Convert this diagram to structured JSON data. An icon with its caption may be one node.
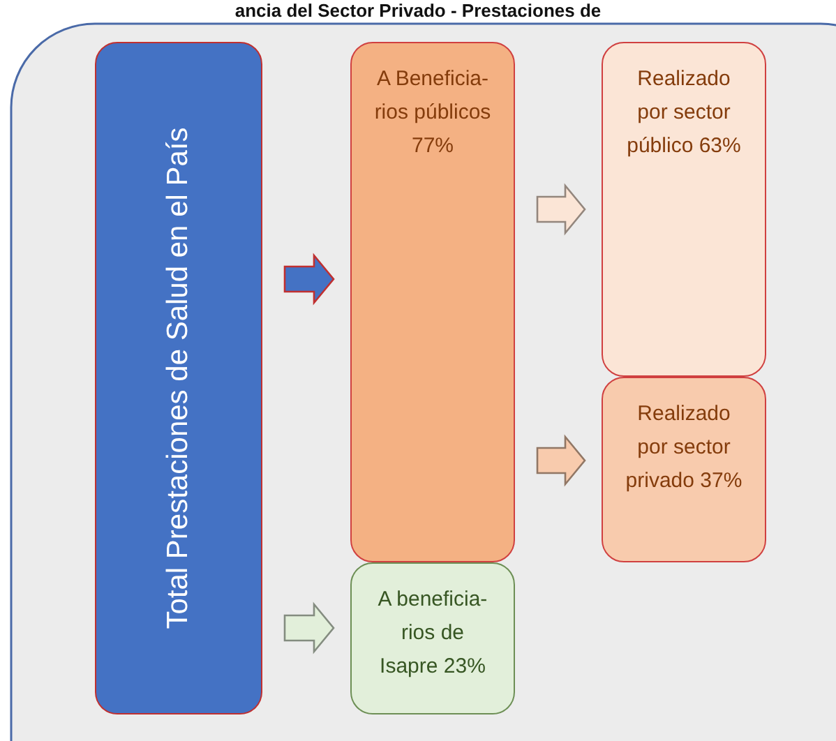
{
  "diagram": {
    "title": "ancia del Sector Privado - Prestaciones de",
    "nodes": [
      {
        "text": [
          "Total Prestaciones de Salud en el País"
        ]
      },
      {
        "text": [
          "A Beneficia- rios públicos 77%"
        ]
      },
      {
        "text": [
          "A beneficia- rios de Isapre 23%"
        ]
      },
      {
        "text": [
          "Realizado por sector público 63%"
        ]
      },
      {
        "text": [
          "Realizado por sector privado 37%"
        ]
      }
    ],
    "edges": [
      {
        "from": 0,
        "to": 1,
        "arrow": "to",
        "color": "#4472c4"
      },
      {
        "from": 0,
        "to": 2,
        "arrow": "to",
        "color": "#e2efda"
      },
      {
        "from": 1,
        "to": 3,
        "arrow": "to",
        "color": "#fbe5d6"
      },
      {
        "from": 1,
        "to": 4,
        "arrow": "to",
        "color": "#f8cbad"
      }
    ]
  }
}
